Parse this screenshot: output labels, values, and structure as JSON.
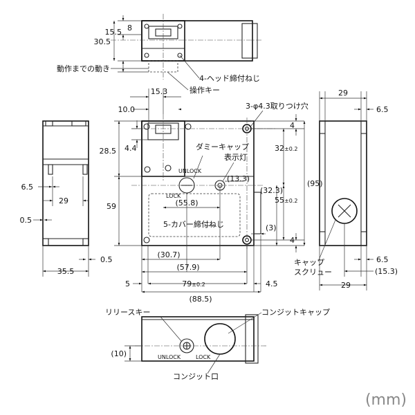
{
  "unit": "(mm)",
  "labels": {
    "motion_to_operate": "動作までの動き",
    "head_screws": "4-ヘッド締付ねじ",
    "operation_key": "操作キー",
    "mount_holes": "3-φ4.3取りつけ穴",
    "dummy_cap": "ダミーキャップ",
    "indicator": "表示灯",
    "cover_screws": "5-カバー締付ねじ",
    "cap_screw_1": "キャップ",
    "cap_screw_2": "スクリュー",
    "release_key": "リリースキー",
    "conduit_cap": "コンジットキャップ",
    "conduit_port": "コンジット口",
    "unlock": "UNLOCK",
    "lock": "LOCK",
    "unlock_b": "UNLOCK",
    "lock_b": "LOCK"
  },
  "dims": {
    "d8": "8",
    "d15_5": "15.5",
    "d30_5": "30.5",
    "d15_3": "15.3",
    "d10_0": "10.0",
    "d4_4": "4.4",
    "d28_5": "28.5",
    "d59": "59",
    "d6_5_left": "6.5",
    "d29_left": "29",
    "d0_5_left": "0.5",
    "d0_5_bottom": "0.5",
    "d35_5": "35.5",
    "d13_3": "(13.3)",
    "d55_8": "(55.8)",
    "d4_top": "4",
    "d32": "32",
    "d32_tol": "±0.2",
    "d32_3": "(32.3)",
    "d95": "(95)",
    "d55": "55",
    "d55_tol": "±0.2",
    "d3": "(3)",
    "d4_bottom": "4",
    "d30_7": "(30.7)",
    "d57_9": "(57.9)",
    "d5": "5",
    "d79": "79",
    "d79_tol": "±0.2",
    "d4_5": "4.5",
    "d88_5": "(88.5)",
    "d29_right_top": "29",
    "d6_5_right_top": "6.5",
    "d6_5_right_bottom": "6.5",
    "d15_3_right": "(15.3)",
    "d29_right_bottom": "29",
    "d10_bottom": "(10)"
  }
}
